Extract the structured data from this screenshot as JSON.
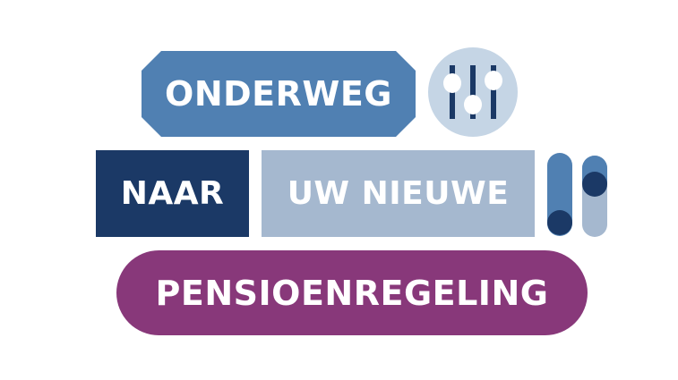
{
  "logo": {
    "line1": "ONDERWEG",
    "line2a": "NAAR",
    "line2b": "UW NIEUWE",
    "line3": "PENSIOENREGELING"
  },
  "colors": {
    "medium_blue": "#5080b2",
    "dark_navy": "#1b3966",
    "light_blue": "#a5b8cf",
    "pale_blue": "#c5d5e5",
    "purple": "#88387a",
    "white": "#ffffff"
  },
  "icons": {
    "equalizer": "sliders-icon",
    "toggles": "toggle-switches-icon"
  }
}
